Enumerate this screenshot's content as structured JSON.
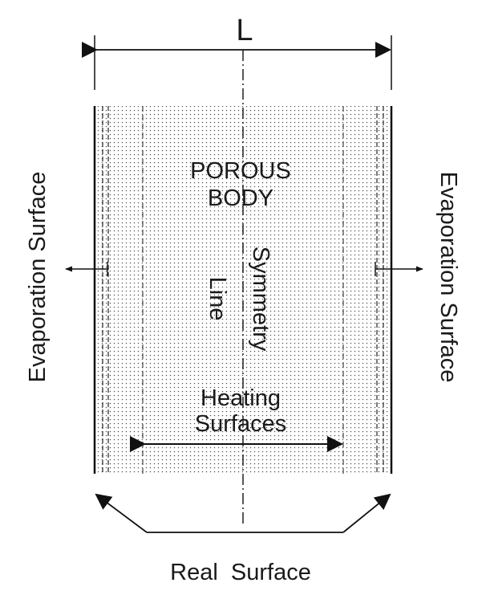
{
  "labels": {
    "dimension": "L",
    "porous_line1": "POROUS",
    "porous_line2": "BODY",
    "symmetry_word1": "Symmetry",
    "symmetry_word2": "Line",
    "heating_line1": "Heating",
    "heating_line2": "Surfaces",
    "evaporation_left": "Evaporation Surface",
    "evaporation_right": "Evaporation Surface",
    "real_surface": "Real  Surface"
  }
}
